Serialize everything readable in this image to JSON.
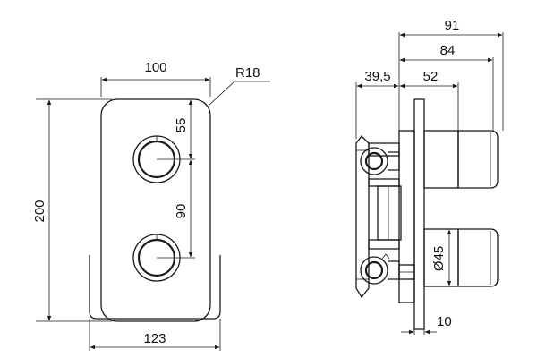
{
  "front_view": {
    "dim_width_top": "100",
    "dim_corner_radius": "R18",
    "dim_height": "200",
    "dim_knob_offset": "55",
    "dim_knob_spacing": "90",
    "dim_width_bottom": "123"
  },
  "side_view": {
    "dim_total_depth": "91",
    "dim_depth": "84",
    "dim_back": "39,5",
    "dim_knob_depth": "52",
    "dim_knob_diameter": "Ø45",
    "dim_plate": "10"
  }
}
